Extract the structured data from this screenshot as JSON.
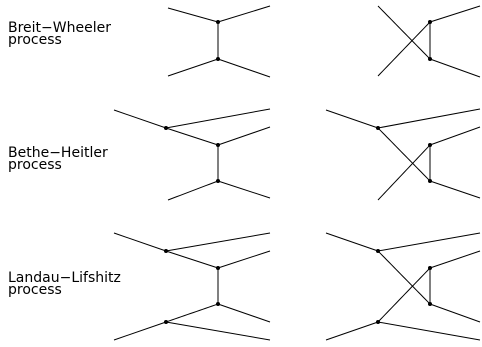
{
  "processes": [
    {
      "name_line1": "Breit−Wheeler",
      "name_line2": "process"
    },
    {
      "name_line1": "Bethe−Heitler",
      "name_line2": "process"
    },
    {
      "name_line1": "Landau−Lifshitz",
      "name_line2": "process"
    }
  ],
  "colors": {
    "line": "#000000",
    "background": "#ffffff"
  }
}
